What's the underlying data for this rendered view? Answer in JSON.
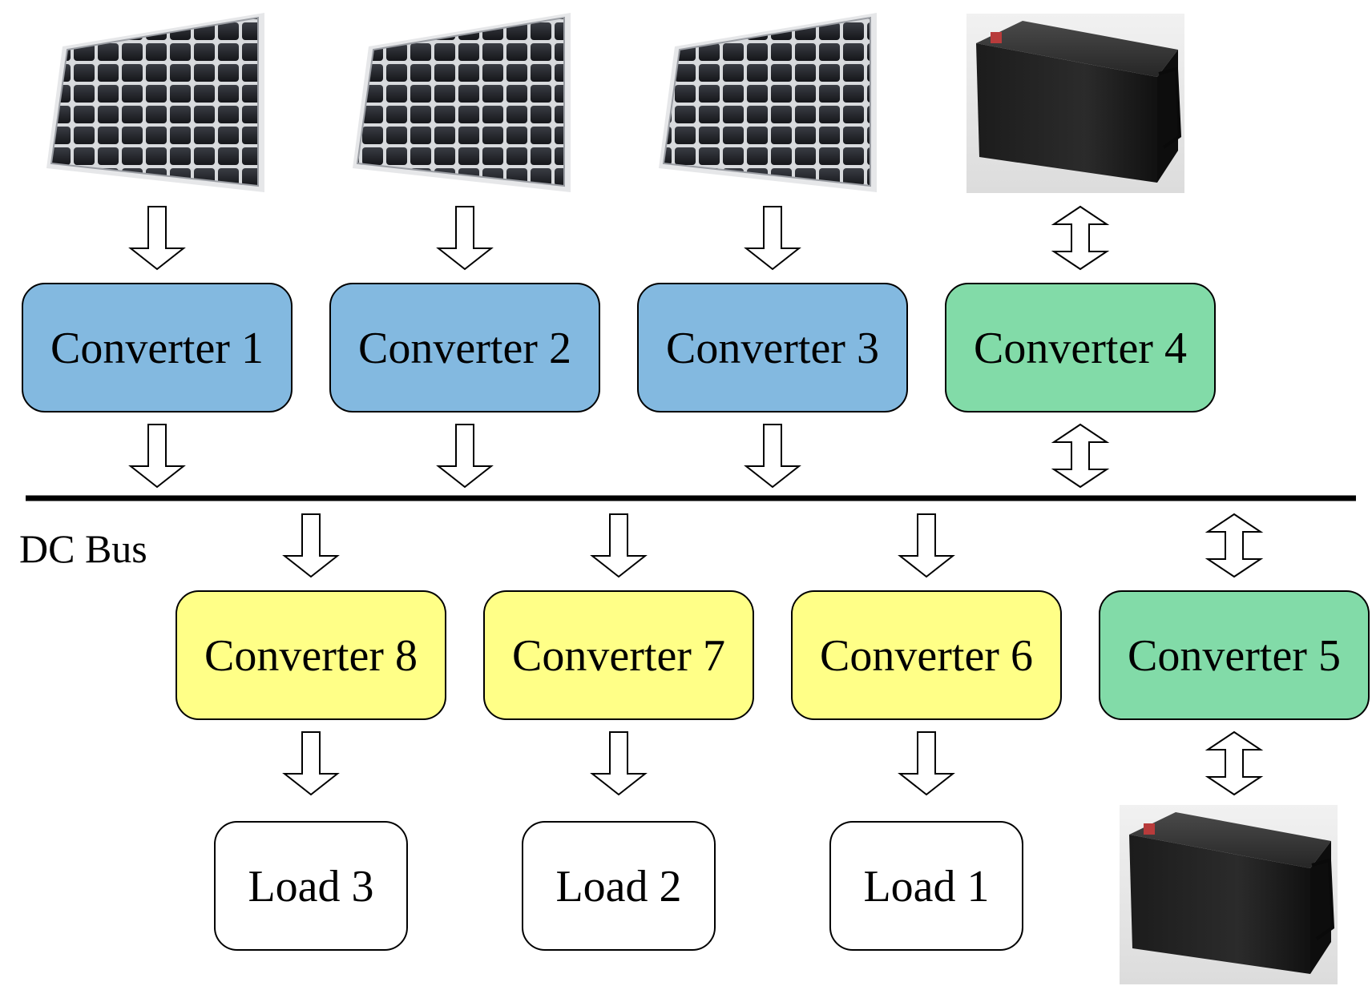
{
  "colors": {
    "pv_converter": "#83b9e0",
    "storage_converter": "#82dba8",
    "load_converter": "#ffff87",
    "load": "#ffffff",
    "bus": "#000000"
  },
  "bus": {
    "label": "DC Bus"
  },
  "sources": [
    {
      "id": "pv-panel-1",
      "kind": "solar-panel-icon"
    },
    {
      "id": "pv-panel-2",
      "kind": "solar-panel-icon"
    },
    {
      "id": "pv-panel-3",
      "kind": "solar-panel-icon"
    },
    {
      "id": "battery-1",
      "kind": "battery-icon"
    },
    {
      "id": "battery-2",
      "kind": "battery-icon"
    }
  ],
  "converters": [
    {
      "id": "converter-1",
      "label": "Converter 1",
      "kind": "pv",
      "role": "top"
    },
    {
      "id": "converter-2",
      "label": "Converter 2",
      "kind": "pv",
      "role": "top"
    },
    {
      "id": "converter-3",
      "label": "Converter 3",
      "kind": "pv",
      "role": "top"
    },
    {
      "id": "converter-4",
      "label": "Converter 4",
      "kind": "storage",
      "role": "top"
    },
    {
      "id": "converter-8",
      "label": "Converter 8",
      "kind": "load",
      "role": "bottom"
    },
    {
      "id": "converter-7",
      "label": "Converter 7",
      "kind": "load",
      "role": "bottom"
    },
    {
      "id": "converter-6",
      "label": "Converter 6",
      "kind": "load",
      "role": "bottom"
    },
    {
      "id": "converter-5",
      "label": "Converter 5",
      "kind": "storage",
      "role": "bottom"
    }
  ],
  "loads": [
    {
      "id": "load-3",
      "label": "Load 3"
    },
    {
      "id": "load-2",
      "label": "Load 2"
    },
    {
      "id": "load-1",
      "label": "Load 1"
    }
  ]
}
